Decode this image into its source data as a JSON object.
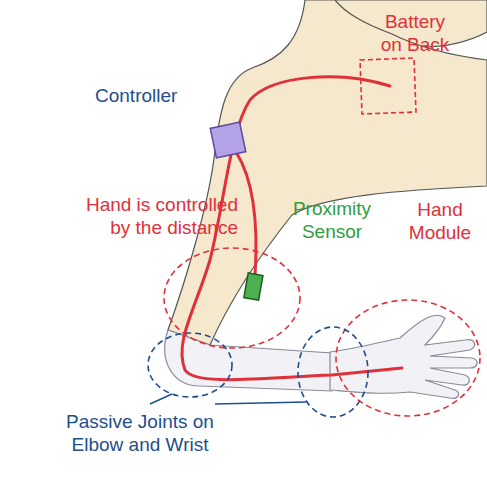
{
  "diagram": {
    "labels": [
      "Battery on Back",
      "Controller",
      "Hand is controlled by the distance",
      "Proximity Sensor",
      "Hand Module",
      "Passive Joints on Elbow and Wrist"
    ]
  }
}
